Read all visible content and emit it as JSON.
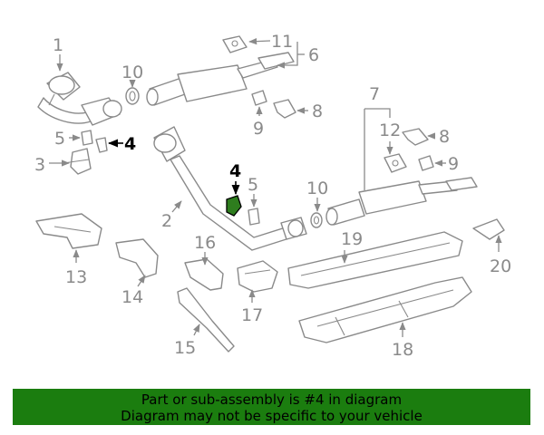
{
  "callouts": {
    "c1": "1",
    "c2": "2",
    "c3": "3",
    "c4a": "4",
    "c4b": "4",
    "c5a": "5",
    "c5b": "5",
    "c6": "6",
    "c7": "7",
    "c8a": "8",
    "c8b": "8",
    "c9a": "9",
    "c9b": "9",
    "c10a": "10",
    "c10b": "10",
    "c11": "11",
    "c12": "12",
    "c13": "13",
    "c14": "14",
    "c15": "15",
    "c16": "16",
    "c17": "17",
    "c18": "18",
    "c19": "19",
    "c20": "20"
  },
  "highlight_color": "#2e7d1e",
  "banner": {
    "line1": "Part or sub-assembly is #4 in diagram",
    "line2": "Diagram may not be specific to your vehicle",
    "background": "#1b7d0f"
  }
}
